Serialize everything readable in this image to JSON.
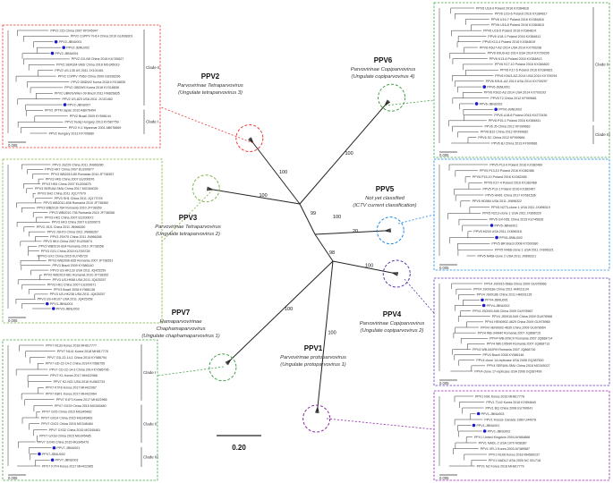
{
  "colors": {
    "ppv2": "#e53935",
    "ppv6": "#43a047",
    "ppv3": "#7cb342",
    "ppv5": "#1e88e5",
    "ppv4": "#5e35b1",
    "ppv7": "#43a047",
    "ppv1": "#8e24aa",
    "marker_filled": "#1a1acc"
  },
  "groups": {
    "ppv2": {
      "name": "PPV2",
      "subfamily": "Parvovirinae Tetraparvovirus",
      "species": "(Ungulate tetraparvovirus 3)"
    },
    "ppv6": {
      "name": "PPV6",
      "subfamily": "Parvovirinae Copiparvovirus",
      "species": "(Ungulate copiparvovirus 4)"
    },
    "ppv3": {
      "name": "PPV3",
      "subfamily": "Parvovirinae Tetraparvovirus",
      "species": "(Ungulate tetraparvovirus 2)"
    },
    "ppv5": {
      "name": "PPV5",
      "subfamily": "Not yet classified",
      "species": "(ICTV current classification)"
    },
    "ppv4": {
      "name": "PPV4",
      "subfamily": "Parvovirinae Copiparvovirus",
      "species": "(Ungulate copiparvovirus 2)"
    },
    "ppv7": {
      "name": "PPV7",
      "subfamily": "Hamaparvovirinae",
      "subfamily2": "Chaphamaparvovirus",
      "species": "(Ungulate chaphamaparvovirus 1)"
    },
    "ppv1": {
      "name": "PPV1",
      "subfamily": "Parvovirinae protoparvovirus",
      "species": "(Ungulate protoparvovirus 1)"
    }
  },
  "center_tree": {
    "scale_label": "0.20",
    "bootstrap": [
      "100",
      "100",
      "100",
      "100",
      "100",
      "100",
      "99",
      "20",
      "98",
      "100"
    ]
  },
  "panels": {
    "ppv2": {
      "leaves": [
        "PPV2 215 China 2007 KP245947",
        "PPV2 CnPPV YH14 China 2010 GU938301",
        "PPV2-JBNU001",
        "PPV2-JBNU002",
        "PPV2-JBNU004",
        "PPV2 GX-N5 China 2016 KU745627",
        "PPV2 SERUM-SMU China 2018 MG345019",
        "PPV2 US-135 US 2011 JX101461",
        "PPV2 CnPPV YN63 China 2009 GU938296",
        "PPV2 GBDW2 Korea 2018 KY018835",
        "PPV2 GBDW3 Korea 2018 KY018838",
        "PPV2 UBR/G/Wien 09 Brazil 2011 KM826835",
        "PPV2 US-823 USA 2011 JX101462",
        "PPV2-JBNU007",
        "PPV2 JPTM Japan 2010 AB076494",
        "PPV2 Brazil 2009 KY598144",
        "PPV2 Tedej Hungary 2013 KY587759",
        "PPV2 H-1 Myanmar 2001 AB076669",
        "PPV2 Hungary 2013 KF705880"
      ],
      "clades": [
        "Clade II",
        "Clade I"
      ],
      "scale": "0.005"
    },
    "ppv6": {
      "leaves": [
        "PPV6 U18-9 Poland 2016 KX384816",
        "PPV6 U19-6 Poland 2016 KX384817",
        "PPV6 U19-7 Poland 2016 KX384818",
        "PPV6 U16-8 Poland 2016 KX384815",
        "PPV6 U16-5 Poland 2016 KX384814",
        "PPV6 U18-1 Poland 2016 KX384812",
        "PPV6 K13-4 Poland 2016 KX384819",
        "PPV6 K6U7-AZ-2014 USA 2014 KX709298",
        "PPV6 K9U9-AZ-2014 USA 2014 KX709295",
        "PPV6 K13-6 Poland 2016 KX384813",
        "PPV6 K17-10 Poland 2016 KX384820",
        "PPV6 K17-5 Poland 2016 KX384821",
        "PPV6 K5U3-AZ-2014 USA 2014 KX709294",
        "PPV6 K9U1-AZ-2014 USA 2014 KX709297",
        "PPV6-JBNU001",
        "PPV6 K9U2-AZ-2014 USA 2014 KX709293",
        "PPV6 T2 China 2012 KF999681",
        "PPV6-JBNU002",
        "PPV6-JBNU003",
        "PPV6 U18-6 Poland 2016 KX273436",
        "PPV6 P15-1 Poland 2016 KX384811",
        "PPV6 J5 China 2012 KF999683",
        "PPV6 BJ2 China 2012 KF999682",
        "PPV6 SC China 2012 KF999684",
        "PPV6 BJ China 2013 KF999681"
      ],
      "clades": [
        "Clade II",
        "Clade III"
      ],
      "scale": "0.005"
    },
    "ppv3": {
      "leaves": [
        "PPV3 JSZ29 China 2011 JN966280",
        "PPV3 HK7 China 2007 EU200677",
        "PPV3 WB2010-80 Romania 2010 JF738357",
        "PPV3 HK6 China 2007 EU200676",
        "PPV3 HK5 China 2007 EU200675",
        "PPV3 SERUM-SMU China 2017 MG345026",
        "PPV3 SH2 China 2011 JQ177079",
        "PPV3 SH1 China 2011 JQ177078",
        "PPV3 WB2010-838 Romania 2010 JF738360",
        "PPV3 WB2010-784 Romania 2010 JF738359",
        "PPV3 WB2010-736 Romania 2010 JF738358",
        "PPV3 HK2 China 2007 EU200672",
        "PPV3 HK3 China 2007 EU200673",
        "PPV3 JSJ1 China 2011 JN966260",
        "PPV3 JSH73 China 2011 JN966267",
        "PPV3 JSH70 China 2011 JN966266",
        "PPV3 HK4 China 2007 EU200674",
        "PPV3 WB2010-834 Romania 2010 JF738358",
        "PPV3 GX1 China 2015 KU745728",
        "PPV3 GX2 China 2015 KU745729",
        "PPV3 WB2006-835 Romania 2007 JF738351",
        "PPV3 Brazil 2009 KY586140",
        "PPV3 US-HK133 USA 2011 JQ425259",
        "PPV3 WB2010-681 Romania 2010 JF738352",
        "PPV3 US-HK68 USA 2011 JQ425257",
        "PPV3 HK1 China 2007 EU200671",
        "PPV3 Brazil 2008 KY586138",
        "PPV3 US-HK238 USA 2011 JQ425257",
        "PPV3 US-HK107 USA 2011 JQ425258",
        "PPV3-JBNU001",
        "PPV3-JBNU003"
      ],
      "scale": "0.005"
    },
    "ppv5": {
      "leaves": [
        "PPV5 P13-9 Poland 2016 KX382469",
        "PPV5 P13-10 Poland 2016 KX382466",
        "PPV5 P15-10 Poland 2016 KX382465",
        "PPV5 K17-4 Poland 2016 KX382468",
        "PPV5 P13-1 Poland 2016 KX382467",
        "PPV5 HN01 China 2017 KF561536",
        "PPV5 HD584 USA 2011 JX896322",
        "PPV5 N273-clone 1 USA 2011 JX896319",
        "PPV5 N213-clone 1 USA 2011 JX896320",
        "PPV5 GX-N51 China 2015 KU745628",
        "PPV5-JBNU001",
        "PPV5 M218 USA 2011 JX896318",
        "PPV5-JBNU002",
        "PPV5 BR Brazil 2008 KY500380",
        "PPV5 N468-clone 1 USA 2011 JX896321",
        "PPV5 N468-clone 2 USA 2011 JX896321"
      ],
      "scale": "0.005"
    },
    "ppv4": {
      "leaves": [
        "PPV4 JS0915-568a China 2009 GU978966",
        "PPV4 JS0918a China 2011 HM031134",
        "PPV4 JS0918b China 2011 HM031135",
        "PPV4-JBNU001",
        "PPV4-JBNU002",
        "PPV4 JS0915-548 China 2009 GU978967",
        "PPV4 JS0915-549 China 2009 GU978968",
        "PPV4 HEN0902-4629 China 2009 GU978965",
        "PPV4 HEN0902-4630 China 2009 GU978964",
        "PPV4 WB-349HR Romania 2007 JQ868715",
        "PPV4 WB-209CV Romania 2007 JQ868714",
        "PPV4 WB-195HR Romania 2007 JQ868713",
        "PPV4 WB-542RH Romania 2007 JQ868716",
        "PPV4 Brazil 2008 KY586146",
        "PPV4 clone 14-replicase USA 2006 GQ387500",
        "PPV4 SERUM-SMU China 2018 MG345027",
        "PPV4 clone 17-replicase USA 2006 GQ387499"
      ],
      "scale": "0.005"
    },
    "ppv7": {
      "leaves": [
        "PPV7 N133 Korea 2018 MH817777",
        "PPV7 N141 Korea 2018 MH817778",
        "PPV7 GD-22-14-1 China 2014 KY586794",
        "PPV7 GD-22-14-2 China 2014 KY586795",
        "PPV7 CD-22-14-3 China 2014 KY586796",
        "PPV7 K1 Korea 2017 MH422966",
        "PPV7 K2-N31 USA 2016 KU563733",
        "PPV7 K7F6 Korea 2017 MH422967",
        "PPV7 K8F1 Korea 2017 MH422964",
        "PPV7 K1F3 Korea 2017 MH422965",
        "PPV7 GX29 China 2015 MG345480",
        "PPV7 GX5 China 2015 MG345482",
        "PPV7 GX24 China 2015 MG345483",
        "PPV7 GX21 China 2015 MG345484",
        "PPV7 GX32 China 2015 MG345481",
        "PPV7 GX18 China 2015 MG345485",
        "PPV7 GX49 China 2015 MG345479",
        "PPV7-JBNU001",
        "PPV7-JBNU002",
        "PPV7-JBNU003",
        "PPV7 K7F4 Korea 2017 MH422965"
      ],
      "clades": [
        "Clade I",
        "Clade II",
        "Clade III"
      ],
      "scale": "0.005"
    },
    "ppv1": {
      "leaves": [
        "PPV1 N91 Korea 2016 MH817778",
        "PPV1 T142 Korea 2016 KY894640",
        "PPV1 BQ China 2008 EU790641",
        "PPV1-JBNU003",
        "PPV1 Kresse Canada 1989 U44978",
        "PPV1-JBNU001",
        "PPV1-JBNU002",
        "PPV1 United Kingdom 2004 AY684868",
        "PPV1 NADL-2 USA 1970 M38367",
        "PPV1 VR-1 Korea 2003 AY389587",
        "PPV1 N108 Korea 2018 MH589237",
        "PPV1 NADL2 USA 2000 NC 001718",
        "PPV1 N2 Korea 2018 MH817779"
      ],
      "scale": "0.005"
    }
  }
}
